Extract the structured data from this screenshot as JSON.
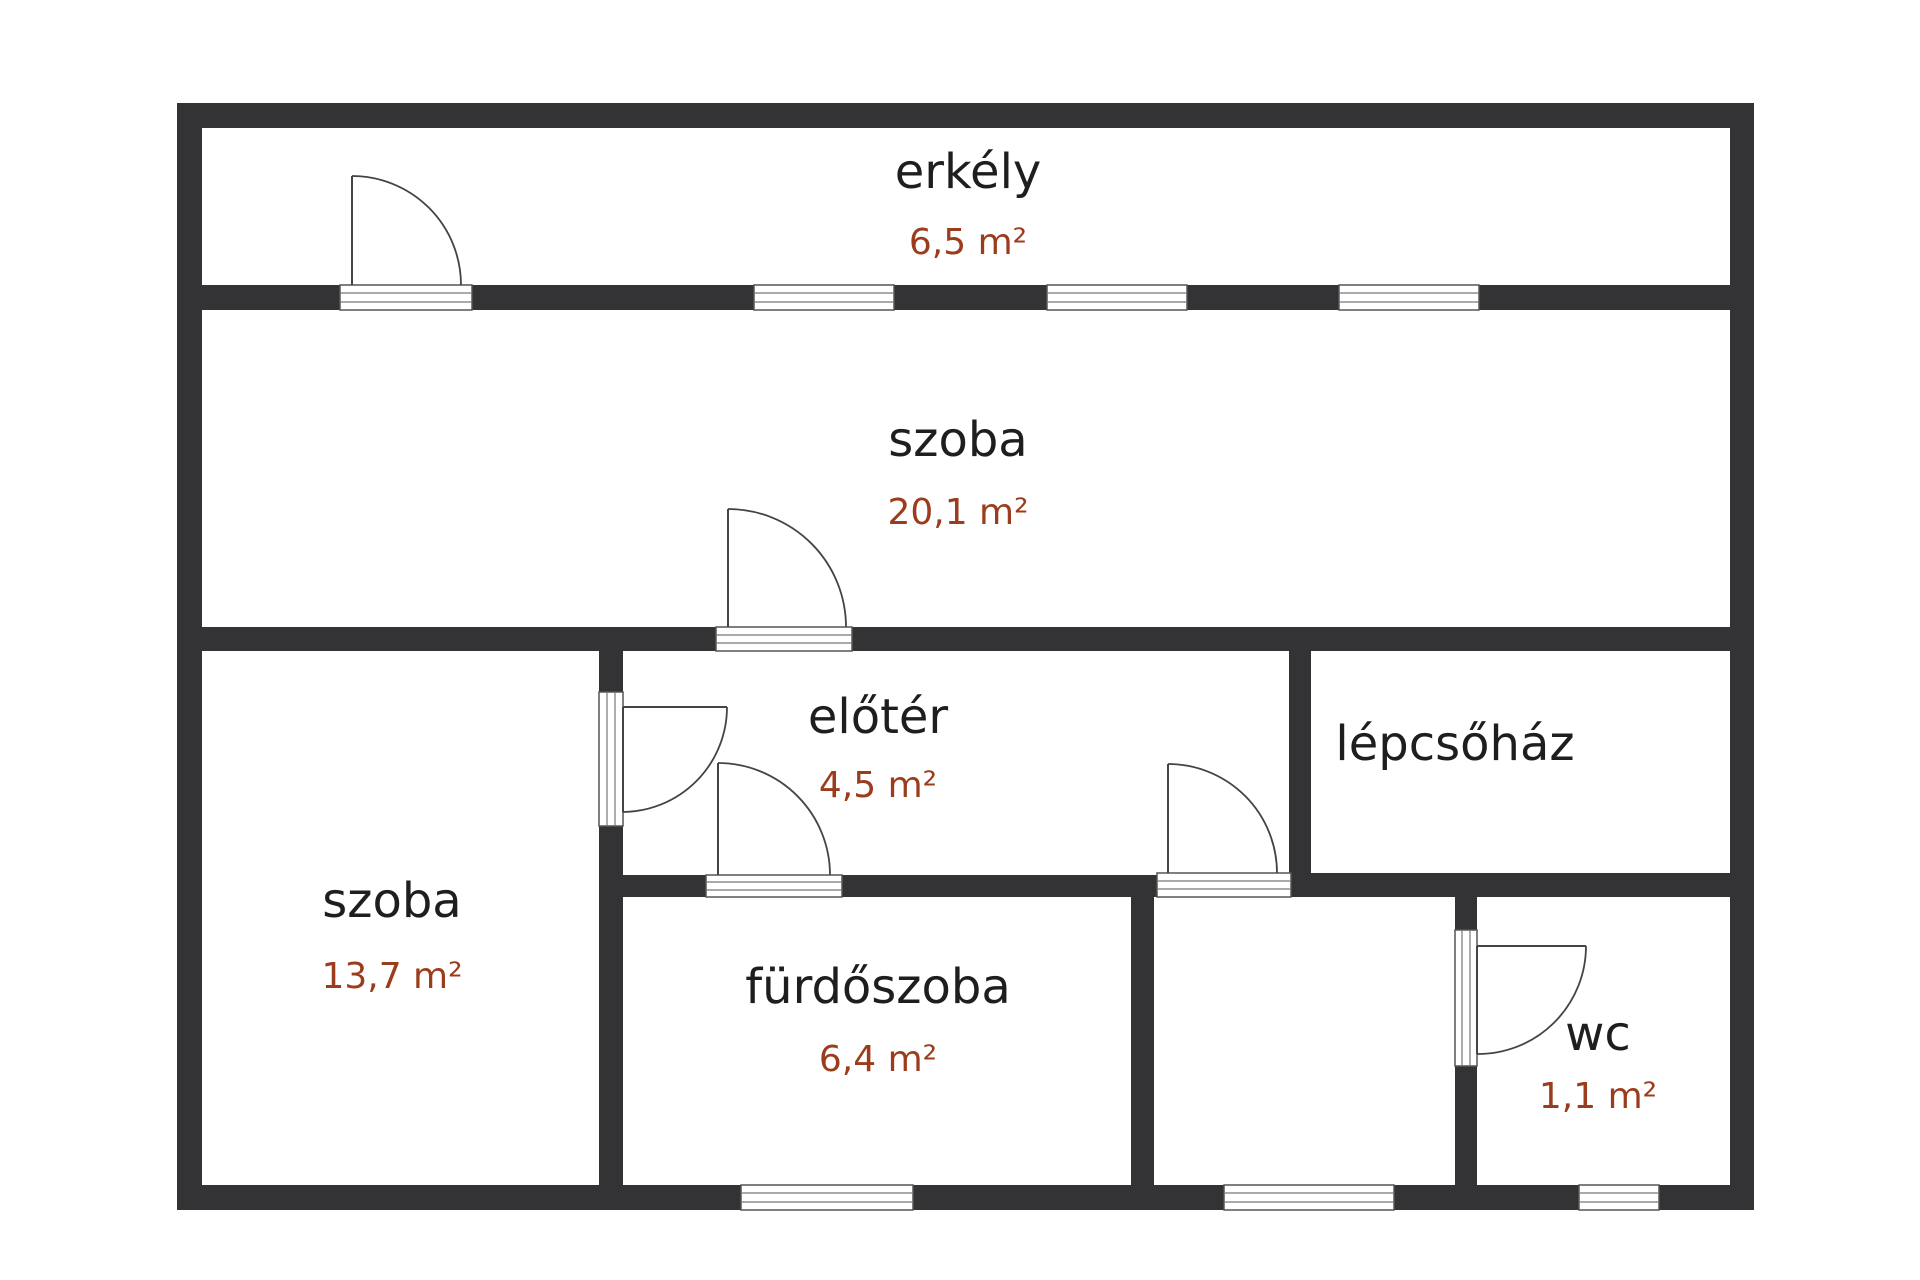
{
  "floorplan": {
    "colors": {
      "wall": "#333335",
      "area_text": "#9b3d1c",
      "name_text": "#1e1e1e",
      "background": "#ffffff"
    },
    "rooms": {
      "erkely": {
        "name": "erkély",
        "area": "6,5 m²"
      },
      "szoba_main": {
        "name": "szoba",
        "area": "20,1 m²"
      },
      "eloter": {
        "name": "előtér",
        "area": "4,5 m²"
      },
      "lepcsohaz": {
        "name": "lépcsőház"
      },
      "szoba_left": {
        "name": "szoba",
        "area": "13,7 m²"
      },
      "furdoszoba": {
        "name": "fürdőszoba",
        "area": "6,4 m²"
      },
      "wc": {
        "name": "wc",
        "area": "1,1 m²"
      }
    }
  }
}
